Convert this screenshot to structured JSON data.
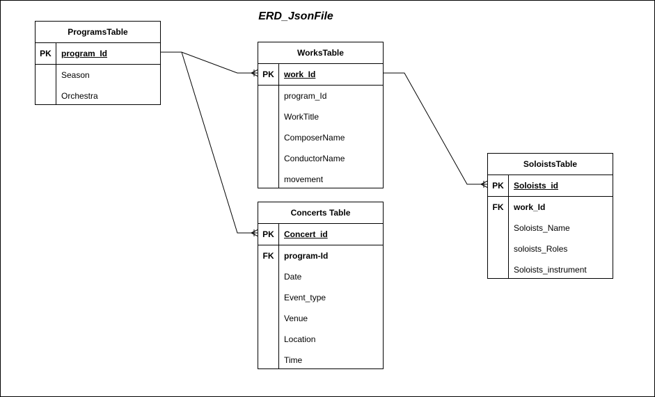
{
  "diagram_title": "ERD_JsonFile",
  "tables": {
    "programs": {
      "name": "ProgramsTable",
      "pk": {
        "key": "PK",
        "field": "program_Id"
      },
      "fields": [
        "Season",
        "Orchestra"
      ]
    },
    "works": {
      "name": "WorksTable",
      "pk": {
        "key": "PK",
        "field": "work_Id"
      },
      "fields": [
        "program_Id",
        "WorkTitle",
        "ComposerName",
        "ConductorName",
        "movement"
      ]
    },
    "concerts": {
      "name": "Concerts Table",
      "pk": {
        "key": "PK",
        "field": "Concert_id"
      },
      "fk": {
        "key": "FK",
        "field": "program-Id"
      },
      "fields": [
        "Date",
        "Event_type",
        "Venue",
        "Location",
        "Time"
      ]
    },
    "soloists": {
      "name": "SoloistsTable",
      "pk": {
        "key": "PK",
        "field": "Soloists_id"
      },
      "fk": {
        "key": "FK",
        "field": "work_Id"
      },
      "fields": [
        "Soloists_Name",
        "soloists_Roles",
        "Soloists_instrument"
      ]
    }
  },
  "relationships": [
    {
      "from": "ProgramsTable",
      "to": "WorksTable",
      "notation": "one-to-many"
    },
    {
      "from": "ProgramsTable",
      "to": "Concerts Table",
      "notation": "one-to-many"
    },
    {
      "from": "WorksTable",
      "to": "SoloistsTable",
      "notation": "one-to-many"
    }
  ]
}
